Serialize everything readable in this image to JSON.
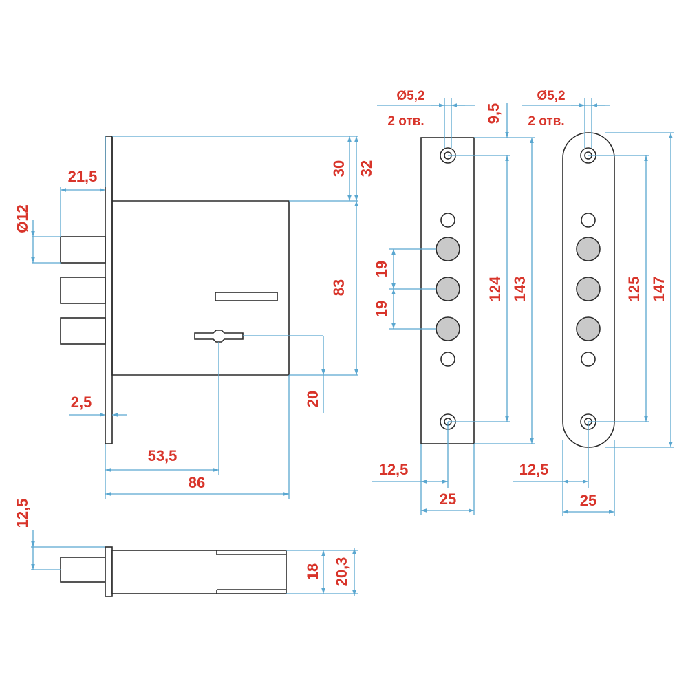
{
  "colors": {
    "label": "#d8342a",
    "dimension_line": "#5aa7d0",
    "outline": "#2b2b2b",
    "pin_fill": "#c9c9c9"
  },
  "lock_front_view": {
    "bolt_diameter": "Ø12",
    "bolt_projection": "21,5",
    "faceplate_thickness": "2,5",
    "top_to_case": "30",
    "top_to_case_outer": "32",
    "case_height": "83",
    "keyhole_offset": "20",
    "backset": "53,5",
    "case_depth": "86"
  },
  "lock_side_view": {
    "bolt_offset": "12,5",
    "case_thickness": "18",
    "faceplate_thickness": "20,3"
  },
  "strike_plate_square": {
    "hole_diameter": "Ø5,2",
    "hole_count": "2 отв.",
    "top_margin": "9,5",
    "bolt_pitch_1": "19",
    "bolt_pitch_2": "19",
    "hole_spacing": "124",
    "plate_height": "143",
    "hole_offset": "12,5",
    "plate_width": "25"
  },
  "strike_plate_rounded": {
    "hole_diameter": "Ø5,2",
    "hole_count": "2 отв.",
    "hole_spacing": "125",
    "plate_height": "147",
    "hole_offset": "12,5",
    "plate_width": "25"
  }
}
